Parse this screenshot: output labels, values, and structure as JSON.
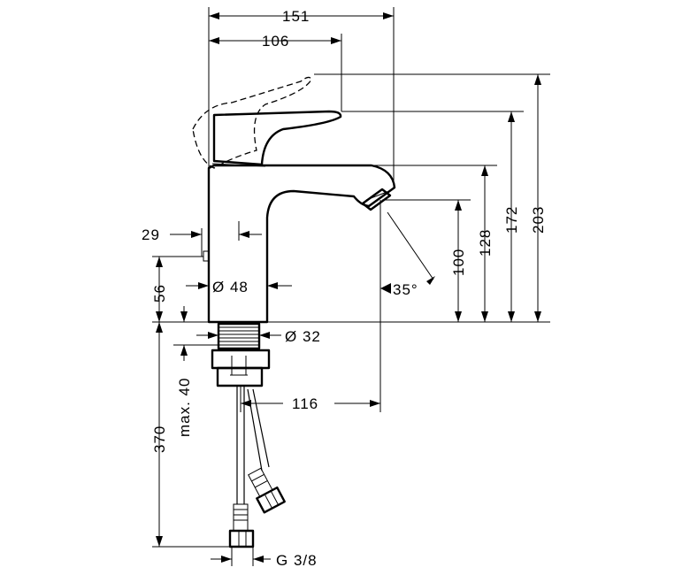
{
  "dimensions": {
    "d151": "151",
    "d106": "106",
    "d203": "203",
    "d172": "172",
    "d128": "128",
    "d100": "100",
    "d29": "29",
    "d56": "56",
    "d48": "Ø 48",
    "d35": "35°",
    "d32": "Ø 32",
    "d40": "max. 40",
    "d116": "116",
    "d370": "370",
    "g38": "G 3/8"
  }
}
